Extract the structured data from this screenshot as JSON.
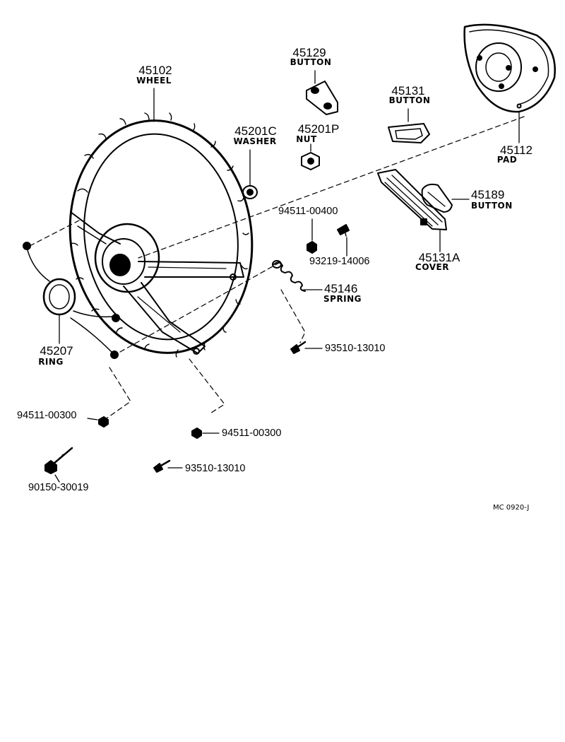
{
  "parts": {
    "p45102": {
      "number": "45102",
      "name": "WHEEL"
    },
    "p45129": {
      "number": "45129",
      "name": "BUTTON"
    },
    "p45131": {
      "number": "45131",
      "name": "BUTTON"
    },
    "p45112": {
      "number": "45112",
      "name": "PAD"
    },
    "p45201C": {
      "number": "45201C",
      "name": "WASHER"
    },
    "p45201P": {
      "number": "45201P",
      "name": "NUT"
    },
    "p45189": {
      "number": "45189",
      "name": "BUTTON"
    },
    "p45131A": {
      "number": "45131A",
      "name": "COVER"
    },
    "p45146": {
      "number": "45146",
      "name": "SPRING"
    },
    "p45207": {
      "number": "45207",
      "name": "RING"
    }
  },
  "fasteners": {
    "f94511_00400": "94511-00400",
    "f93219_14006": "93219-14006",
    "f93510_13010_a": "93510-13010",
    "f94511_00300_a": "94511-00300",
    "f94511_00300_b": "94511-00300",
    "f93510_13010_b": "93510-13010",
    "f90150_30019": "90150-30019"
  },
  "diagram_code": "MC 0920-J"
}
